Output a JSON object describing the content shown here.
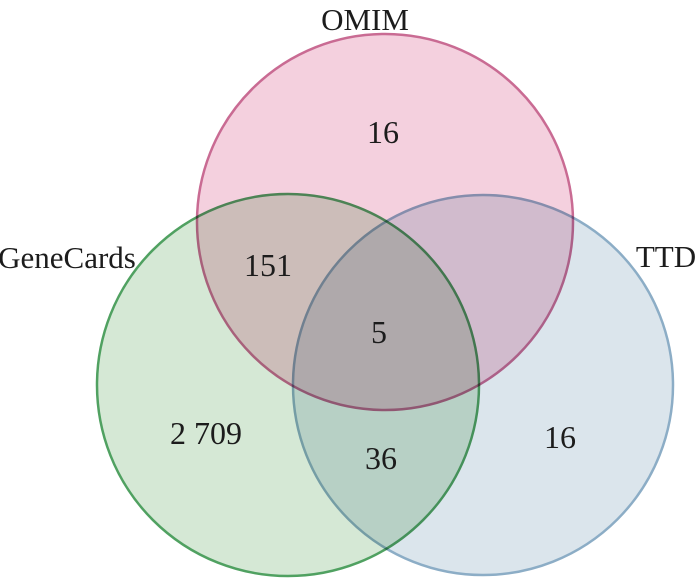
{
  "venn": {
    "type": "venn",
    "background_color": "#ffffff",
    "text_color": "#1c1c1c",
    "sets": [
      {
        "id": "omim",
        "label": "OMIM",
        "fill_color": "#f4d0de",
        "stroke_color": "#c96b93"
      },
      {
        "id": "genecards",
        "label": "GeneCards",
        "fill_color": "#d5e8d5",
        "stroke_color": "#50a161"
      },
      {
        "id": "ttd",
        "label": "TTD",
        "fill_color": "#dbe5ec",
        "stroke_color": "#8cadc6"
      }
    ],
    "regions": [
      {
        "id": "omim-only",
        "sets": [
          "OMIM"
        ],
        "value": "16"
      },
      {
        "id": "genecards-only",
        "sets": [
          "GeneCards"
        ],
        "value": "2 709"
      },
      {
        "id": "ttd-only",
        "sets": [
          "TTD"
        ],
        "value": "16"
      },
      {
        "id": "genecards-omim",
        "sets": [
          "GeneCards",
          "OMIM"
        ],
        "value": "151"
      },
      {
        "id": "genecards-ttd",
        "sets": [
          "GeneCards",
          "TTD"
        ],
        "value": "36"
      },
      {
        "id": "omim-genecards-ttd",
        "sets": [
          "OMIM",
          "GeneCards",
          "TTD"
        ],
        "value": "5"
      }
    ]
  }
}
